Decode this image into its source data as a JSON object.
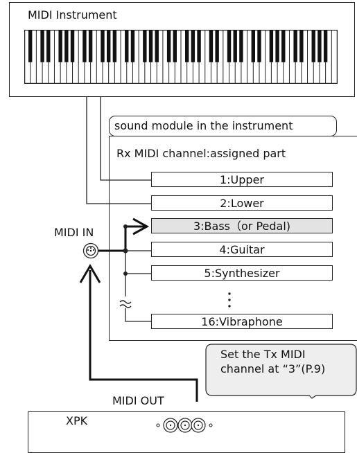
{
  "instrument": {
    "title": "MIDI Instrument"
  },
  "module": {
    "title": "sound module in the instrument",
    "header": "Rx MIDI channel:assigned part",
    "parts": [
      {
        "label": "1:Upper",
        "highlight": false
      },
      {
        "label": "2:Lower",
        "highlight": false
      },
      {
        "label": "3:Bass（or Pedal)",
        "highlight": true
      },
      {
        "label": "4:Guitar",
        "highlight": false
      },
      {
        "label": "5:Synthesizer",
        "highlight": false
      },
      {
        "label": "16:Vibraphone",
        "highlight": false
      }
    ]
  },
  "ports": {
    "midi_in": "MIDI IN",
    "midi_out": "MIDI OUT"
  },
  "xpk": {
    "label": "XPK"
  },
  "callout": {
    "line1": "Set the Tx MIDI",
    "line2": "channel at “3”(P.9)"
  }
}
